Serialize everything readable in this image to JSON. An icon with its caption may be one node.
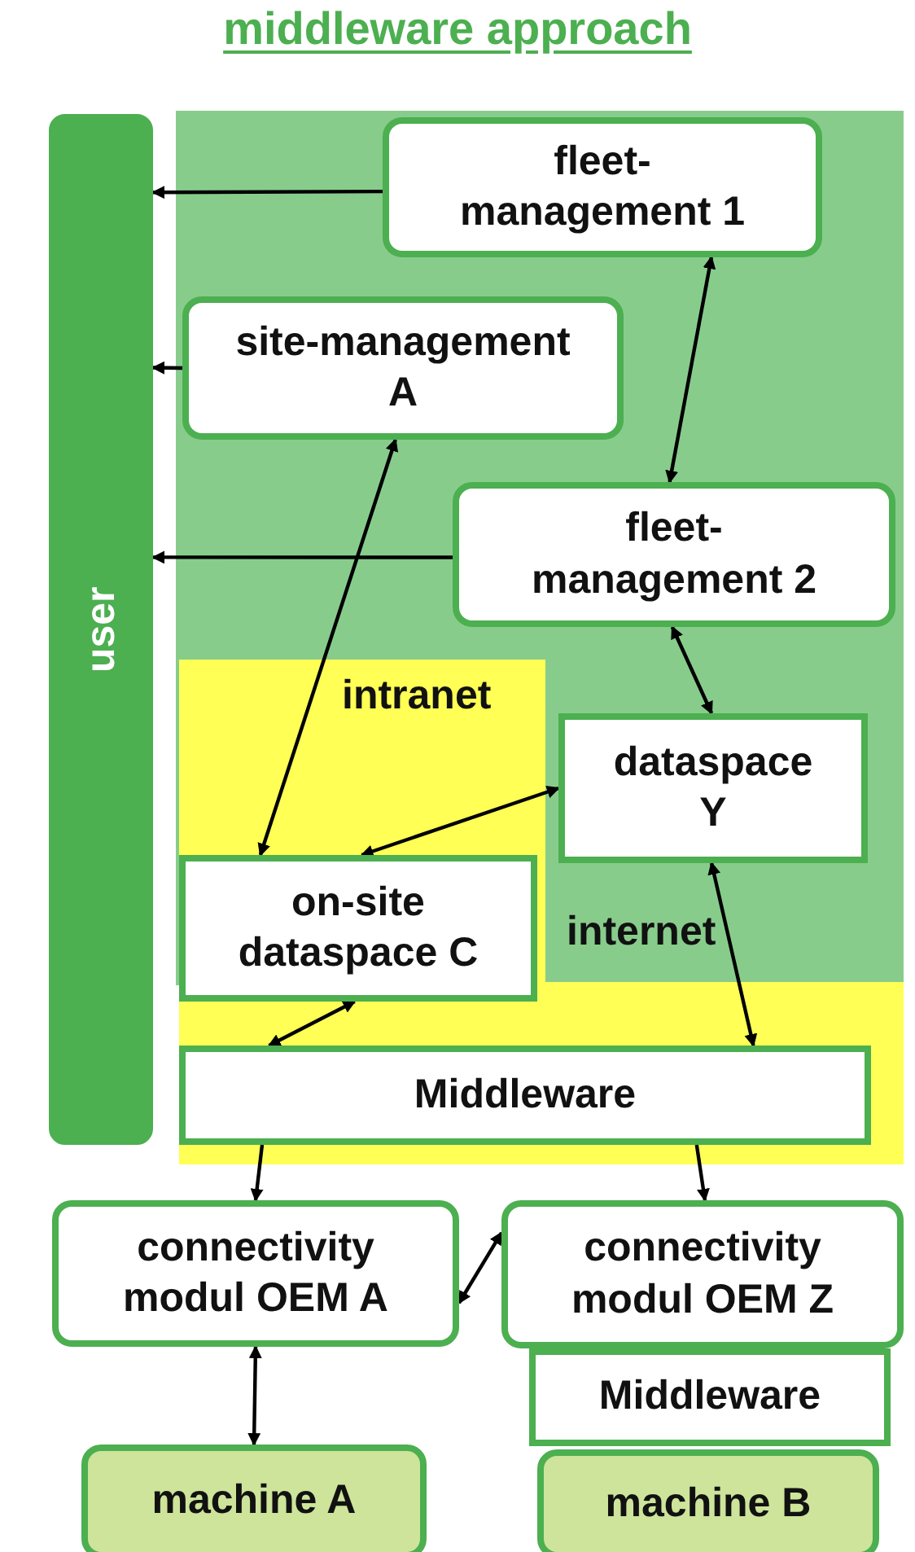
{
  "diagram": {
    "title": "middleware approach",
    "nodes": [
      {
        "text": [
          "user"
        ]
      },
      {
        "text": [
          "fleet-management 1"
        ]
      },
      {
        "text": [
          "site-management A"
        ]
      },
      {
        "text": [
          "fleet-management 2"
        ]
      },
      {
        "text": [
          "dataspace Y"
        ]
      },
      {
        "text": [
          "on-site dataspace C"
        ]
      },
      {
        "text": [
          "Middleware"
        ]
      },
      {
        "text": [
          "connectivity modul OEM A"
        ]
      },
      {
        "text": [
          "connectivity modul OEM Z"
        ]
      },
      {
        "text": [
          "Middleware"
        ]
      },
      {
        "text": [
          "machine A"
        ]
      },
      {
        "text": [
          "machine B"
        ]
      }
    ],
    "edges": [
      {
        "from": 1,
        "to": 0,
        "arrow": "to"
      },
      {
        "from": 2,
        "to": 0,
        "arrow": "to"
      },
      {
        "from": 3,
        "to": 0,
        "arrow": "to"
      },
      {
        "from": 1,
        "to": 3,
        "arrow": "both"
      },
      {
        "from": 2,
        "to": 5,
        "arrow": "both"
      },
      {
        "from": 3,
        "to": 4,
        "arrow": "both"
      },
      {
        "from": 4,
        "to": 5,
        "arrow": "both"
      },
      {
        "from": 4,
        "to": 6,
        "arrow": "both"
      },
      {
        "from": 5,
        "to": 6,
        "arrow": "both"
      },
      {
        "from": 6,
        "to": 7,
        "arrow": "to"
      },
      {
        "from": 6,
        "to": 8,
        "arrow": "to"
      },
      {
        "from": 7,
        "to": 8,
        "arrow": "both"
      },
      {
        "from": 7,
        "to": 10,
        "arrow": "both"
      }
    ],
    "labels": [
      "intranet",
      "internet"
    ]
  }
}
